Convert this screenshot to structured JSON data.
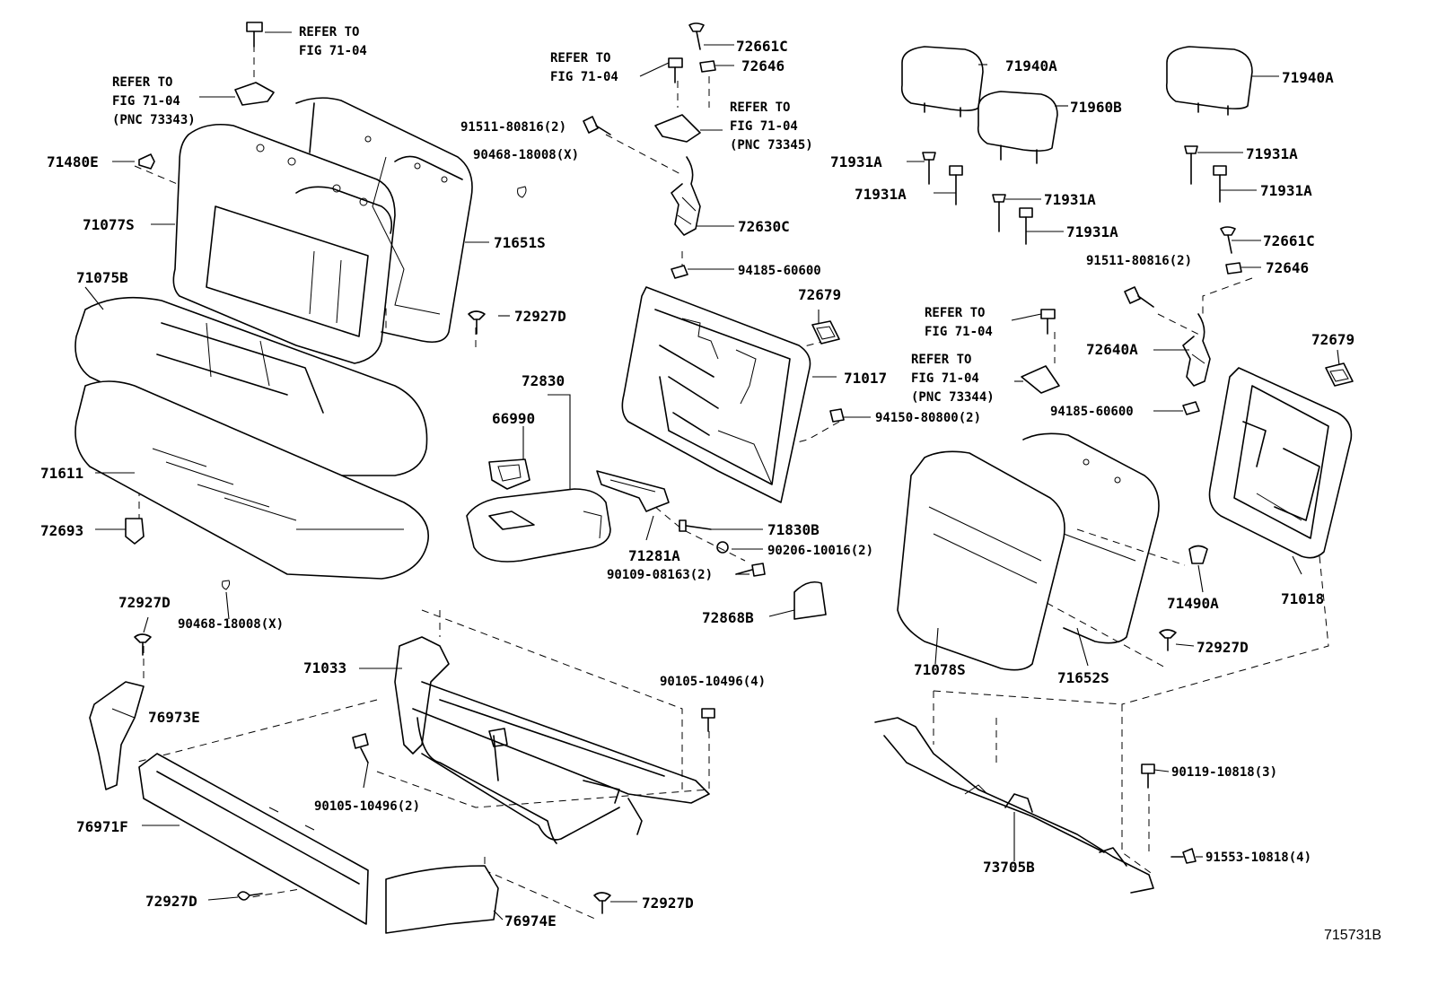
{
  "diagram_id": "715731B",
  "refs": {
    "ref1": {
      "l1": "REFER TO",
      "l2": "FIG 71-04"
    },
    "ref2": {
      "l1": "REFER TO",
      "l2": "FIG 71-04",
      "l3": "(PNC 73343)"
    },
    "ref3": {
      "l1": "REFER TO",
      "l2": "FIG 71-04"
    },
    "ref4": {
      "l1": "REFER TO",
      "l2": "FIG 71-04",
      "l3": "(PNC 73345)"
    },
    "ref5": {
      "l1": "REFER TO",
      "l2": "FIG 71-04"
    },
    "ref6": {
      "l1": "REFER TO",
      "l2": "FIG 71-04",
      "l3": "(PNC 73344)"
    }
  },
  "labels": {
    "p71480E": "71480E",
    "p71077S": "71077S",
    "p71075B": "71075B",
    "p71611": "71611",
    "p72693": "72693",
    "p71651S": "71651S",
    "p91511a": "91511-80816(2)",
    "p90468a": "90468-18008(X)",
    "p72927Da": "72927D",
    "p72661Ca": "72661C",
    "p72646a": "72646",
    "p72630C": "72630C",
    "p94185a": "94185-60600",
    "p72679a": "72679",
    "p71017": "71017",
    "p94150": "94150-80800(2)",
    "p72830": "72830",
    "p66990": "66990",
    "p71281A": "71281A",
    "p71830B": "71830B",
    "p90206": "90206-10016(2)",
    "p90109": "90109-08163(2)",
    "p72868B": "72868B",
    "p71940Aa": "71940A",
    "p71960B": "71960B",
    "p71931A1": "71931A",
    "p71931A2": "71931A",
    "p71931A3": "71931A",
    "p71931A4": "71931A",
    "p71940Ab": "71940A",
    "p71931A5": "71931A",
    "p71931A6": "71931A",
    "p72661Cb": "72661C",
    "p91511b": "91511-80816(2)",
    "p72646b": "72646",
    "p72640A": "72640A",
    "p94185b": "94185-60600",
    "p72679b": "72679",
    "p71490A": "71490A",
    "p71018": "71018",
    "p71078S": "71078S",
    "p71652S": "71652S",
    "p72927Db": "72927D",
    "p72927Dc": "72927D",
    "p90468b": "90468-18008(X)",
    "p76973E": "76973E",
    "p71033": "71033",
    "p90105a": "90105-10496(4)",
    "p90105b": "90105-10496(2)",
    "p76971F": "76971F",
    "p72927Dd": "72927D",
    "p76974E": "76974E",
    "p72927De": "72927D",
    "p90119": "90119-10818(3)",
    "p91553": "91553-10818(4)",
    "p73705B": "73705B"
  }
}
